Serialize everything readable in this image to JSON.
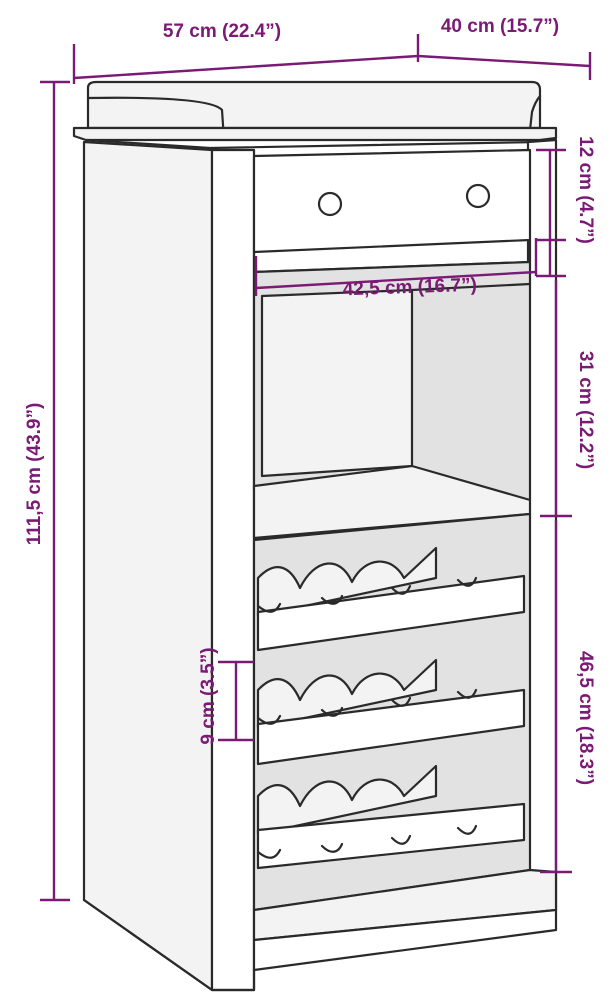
{
  "dimensions": {
    "width": "57 cm (22.4”)",
    "depth": "40 cm (15.7”)",
    "height": "111,5 cm (43.9”)",
    "drawer_height": "12 cm (4.7”)",
    "inner_width": "42,5 cm (16.7”)",
    "shelf_height": "31 cm (12.2”)",
    "rack_height": "46,5 cm (18.3”)",
    "bottle_slot": "9 cm (3.5”)"
  },
  "colors": {
    "dimension_accent": "#7b1a74",
    "outline": "#2a2a2a",
    "fill": "#f3f3f3"
  }
}
